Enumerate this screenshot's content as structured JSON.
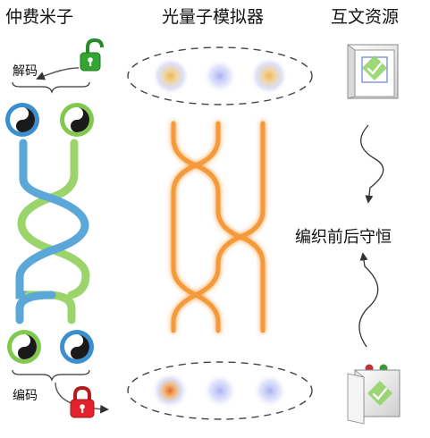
{
  "titles": {
    "left": "仲费米子",
    "middle": "光量子模拟器",
    "right": "互文资源"
  },
  "labels": {
    "decode": "解码",
    "encode": "编码",
    "center": "编织前后守恒"
  },
  "colors": {
    "strand_blue": "#5aa7d8",
    "strand_green": "#9bd46a",
    "photon_path": "#f59a3a",
    "unlock_green": "#33a532",
    "lock_red": "#e3232b",
    "mode_blue": "#9aa6ee",
    "mode_yellow": "#efc15a"
  },
  "icons": [
    "unlock-icon",
    "lock-icon",
    "yin-yang-icon",
    "box-check-icon"
  ]
}
